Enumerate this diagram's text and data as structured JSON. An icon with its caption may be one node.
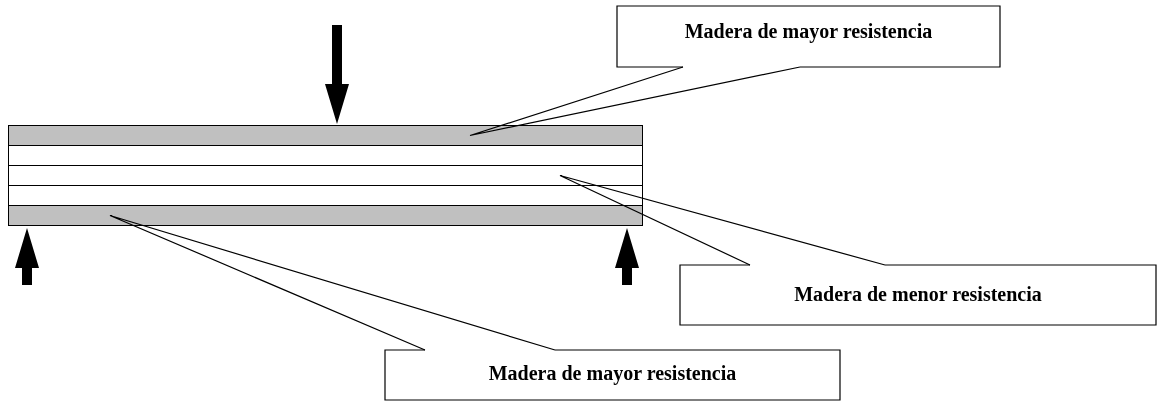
{
  "diagram": {
    "nodes": [
      {
        "text": [
          "Madera de mayor resistencia"
        ]
      },
      {
        "text": [],
        "shape": "bar"
      },
      {
        "text": [],
        "shape": "bar"
      },
      {
        "text": [],
        "shape": "bar"
      },
      {
        "text": [],
        "shape": "bar"
      },
      {
        "text": [],
        "shape": "bar"
      },
      {
        "text": [
          "Madera de menor resistencia"
        ]
      },
      {
        "text": [
          "Madera de mayor resistencia"
        ]
      }
    ],
    "edges": [
      {
        "from": 0,
        "to": 1,
        "arrow": "none"
      },
      {
        "from": 6,
        "to": 3,
        "arrow": "none"
      },
      {
        "from": 7,
        "to": 5,
        "arrow": "none"
      }
    ]
  }
}
